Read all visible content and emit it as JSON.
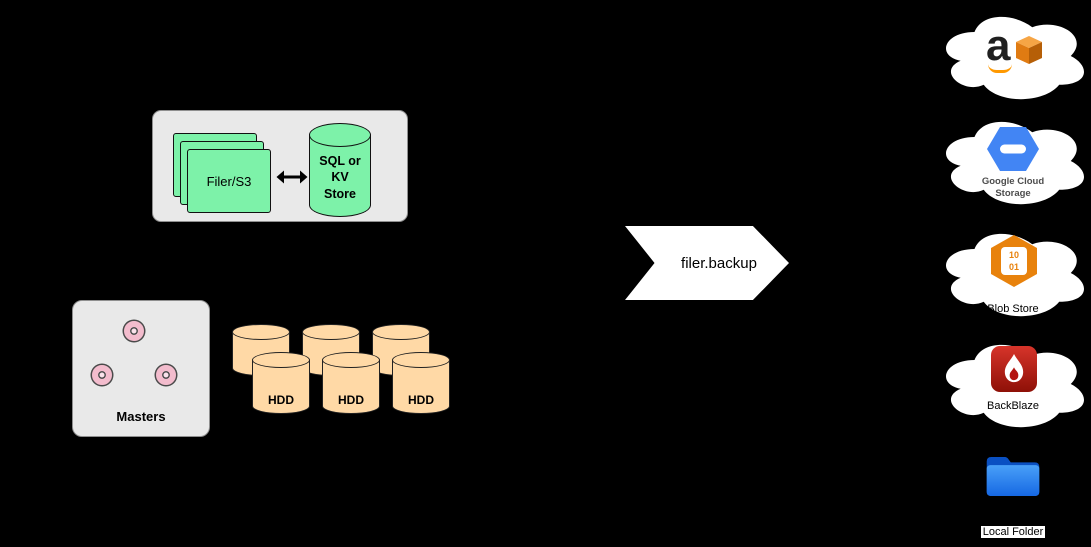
{
  "colors": {
    "background": "#000000",
    "node_green": "#7DF2A9",
    "volume_peach": "#FFD9A6",
    "group_gray": "#E9E9E9",
    "master_pink": "#F3BCCD",
    "gcs_blue": "#4285F4",
    "azure_orange": "#E8820C",
    "backblaze_red": "#B31412",
    "aws_orange": "#FF9900",
    "folder_blue": "#1B74E8"
  },
  "filer_cluster": {
    "filer_label": "Filer/S3",
    "store_label": "SQL or\nKV\nStore"
  },
  "masters": {
    "label": "Masters"
  },
  "volumes": {
    "labels": [
      "HDD",
      "HDD",
      "HDD"
    ]
  },
  "backup": {
    "label": "filer.backup"
  },
  "destinations": {
    "aws": {
      "logo_letter": "a"
    },
    "gcs": {
      "label": "Google Cloud\nStorage"
    },
    "azure_blob": {
      "label": "Blob Store",
      "badge": "10\n01"
    },
    "backblaze": {
      "label": "BackBlaze"
    },
    "local_folder": {
      "label": "Local Folder"
    }
  }
}
